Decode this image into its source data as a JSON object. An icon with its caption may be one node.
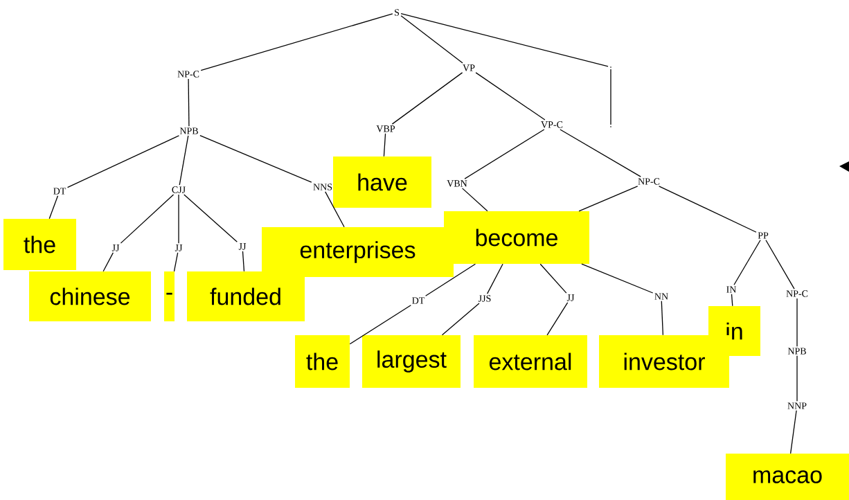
{
  "diagram": {
    "nodes": [
      {
        "text": [
          "S"
        ]
      },
      {
        "text": [
          "NP-C"
        ]
      },
      {
        "text": [
          "VP"
        ]
      },
      {
        "text": [
          "."
        ]
      },
      {
        "text": [
          "NPB"
        ]
      },
      {
        "text": [
          "VBP"
        ]
      },
      {
        "text": [
          "VP-C"
        ]
      },
      {
        "text": [
          "."
        ]
      },
      {
        "text": [
          "DT"
        ]
      },
      {
        "text": [
          "CJJ"
        ]
      },
      {
        "text": [
          "NNS"
        ]
      },
      {
        "text": [
          "have"
        ]
      },
      {
        "text": [
          "VBN"
        ]
      },
      {
        "text": [
          "NP-C"
        ]
      },
      {
        "text": [
          "the"
        ]
      },
      {
        "text": [
          "JJ"
        ]
      },
      {
        "text": [
          "JJ"
        ]
      },
      {
        "text": [
          "JJ"
        ]
      },
      {
        "text": [
          "enterprises"
        ]
      },
      {
        "text": [
          "become"
        ]
      },
      {
        "text": [
          "PP"
        ]
      },
      {
        "text": [
          "chinese"
        ]
      },
      {
        "text": [
          "-"
        ]
      },
      {
        "text": [
          "funded"
        ]
      },
      {
        "text": [
          "DT"
        ]
      },
      {
        "text": [
          "JJS"
        ]
      },
      {
        "text": [
          "JJ"
        ]
      },
      {
        "text": [
          "NN"
        ]
      },
      {
        "text": [
          "IN"
        ]
      },
      {
        "text": [
          "NP-C"
        ]
      },
      {
        "text": [
          "in"
        ]
      },
      {
        "text": [
          "the"
        ]
      },
      {
        "text": [
          "largest"
        ]
      },
      {
        "text": [
          "external"
        ]
      },
      {
        "text": [
          "investor"
        ]
      },
      {
        "text": [
          "NPB"
        ]
      },
      {
        "text": [
          "NNP"
        ]
      },
      {
        "text": [
          "macao"
        ]
      }
    ],
    "edges": [
      {
        "from": 0,
        "to": 1,
        "arrow": "none"
      },
      {
        "from": 0,
        "to": 2,
        "arrow": "none"
      },
      {
        "from": 0,
        "to": 3,
        "arrow": "none"
      },
      {
        "from": 1,
        "to": 4,
        "arrow": "none"
      },
      {
        "from": 3,
        "to": 7,
        "arrow": "none"
      },
      {
        "from": 4,
        "to": 8,
        "arrow": "none"
      },
      {
        "from": 4,
        "to": 9,
        "arrow": "none"
      },
      {
        "from": 4,
        "to": 10,
        "arrow": "none"
      },
      {
        "from": 2,
        "to": 5,
        "arrow": "none"
      },
      {
        "from": 2,
        "to": 6,
        "arrow": "none"
      },
      {
        "from": 5,
        "to": 11,
        "arrow": "none"
      },
      {
        "from": 6,
        "to": 12,
        "arrow": "none"
      },
      {
        "from": 6,
        "to": 13,
        "arrow": "none"
      },
      {
        "from": 8,
        "to": 14,
        "arrow": "none"
      },
      {
        "from": 9,
        "to": 15,
        "arrow": "none"
      },
      {
        "from": 9,
        "to": 16,
        "arrow": "none"
      },
      {
        "from": 9,
        "to": 17,
        "arrow": "none"
      },
      {
        "from": 10,
        "to": 18,
        "arrow": "none"
      },
      {
        "from": 12,
        "to": 19,
        "arrow": "none"
      },
      {
        "from": 13,
        "to": 19,
        "arrow": "none"
      },
      {
        "from": 13,
        "to": 20,
        "arrow": "none"
      },
      {
        "from": 15,
        "to": 21,
        "arrow": "none"
      },
      {
        "from": 16,
        "to": 22,
        "arrow": "none"
      },
      {
        "from": 17,
        "to": 23,
        "arrow": "none"
      },
      {
        "from": 19,
        "to": 24,
        "arrow": "none"
      },
      {
        "from": 19,
        "to": 25,
        "arrow": "none"
      },
      {
        "from": 19,
        "to": 26,
        "arrow": "none"
      },
      {
        "from": 19,
        "to": 27,
        "arrow": "none"
      },
      {
        "from": 20,
        "to": 28,
        "arrow": "none"
      },
      {
        "from": 20,
        "to": 29,
        "arrow": "none"
      },
      {
        "from": 24,
        "to": 31,
        "arrow": "none"
      },
      {
        "from": 25,
        "to": 32,
        "arrow": "none"
      },
      {
        "from": 26,
        "to": 33,
        "arrow": "none"
      },
      {
        "from": 27,
        "to": 34,
        "arrow": "none"
      },
      {
        "from": 28,
        "to": 30,
        "arrow": "none"
      },
      {
        "from": 29,
        "to": 35,
        "arrow": "none"
      },
      {
        "from": 35,
        "to": 36,
        "arrow": "none"
      },
      {
        "from": 36,
        "to": 37,
        "arrow": "none"
      }
    ]
  }
}
